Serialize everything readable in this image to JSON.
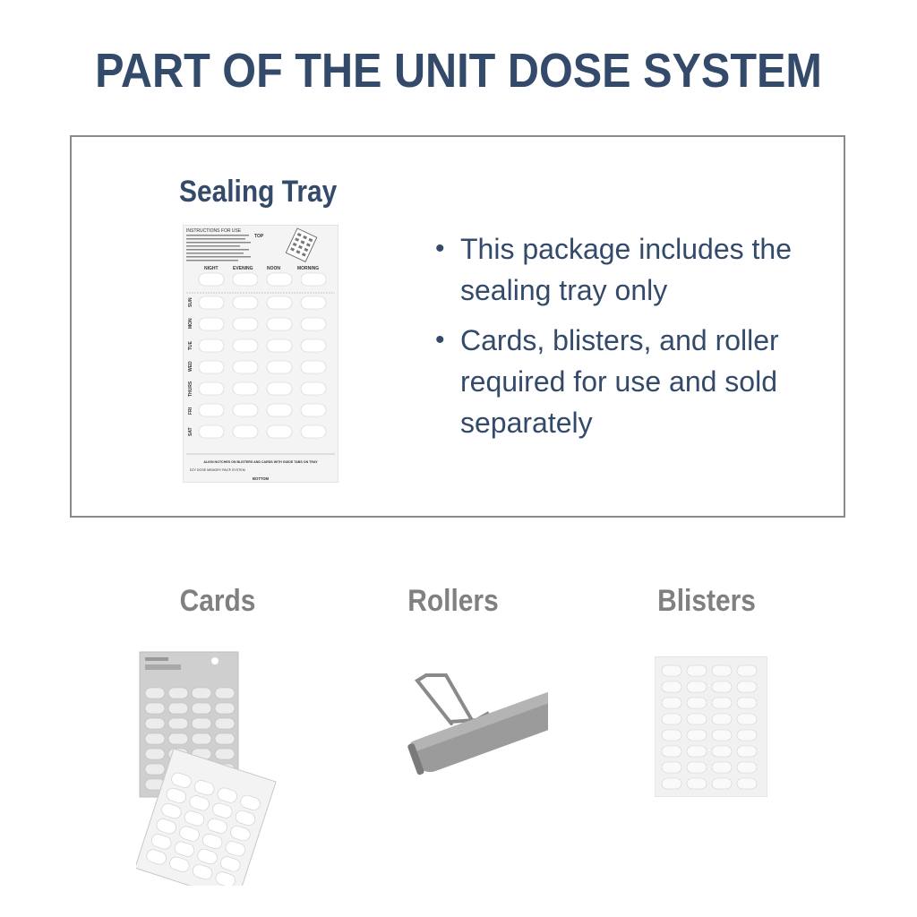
{
  "headline": "PART OF THE UNIT DOSE SYSTEM",
  "panel": {
    "title": "Sealing Tray",
    "bullets": [
      "This package includes the sealing tray only",
      "Cards, blisters, and roller required for use and sold separately"
    ]
  },
  "tray": {
    "instructions": "INSTRUCTIONS FOR USE",
    "top": "TOP",
    "bottom": "BOTTOM",
    "columns": [
      "NIGHT",
      "EVENING",
      "NOON",
      "MORNING"
    ],
    "days": [
      "SUN",
      "MON",
      "TUE",
      "WED",
      "THURS",
      "FRI",
      "SAT"
    ],
    "align_text": "ALIGN NOTCHES ON BLISTERS AND CARDS WITH GUIDE TABS ON TRAY",
    "system_text": "EZY DOSE MEMORY PAC® SYSTEM"
  },
  "products": {
    "cards_label": "Cards",
    "rollers_label": "Rollers",
    "blisters_label": "Blisters"
  },
  "colors": {
    "navy": "#344a6a",
    "gray_label": "#808080",
    "border": "#8a8a8a"
  }
}
